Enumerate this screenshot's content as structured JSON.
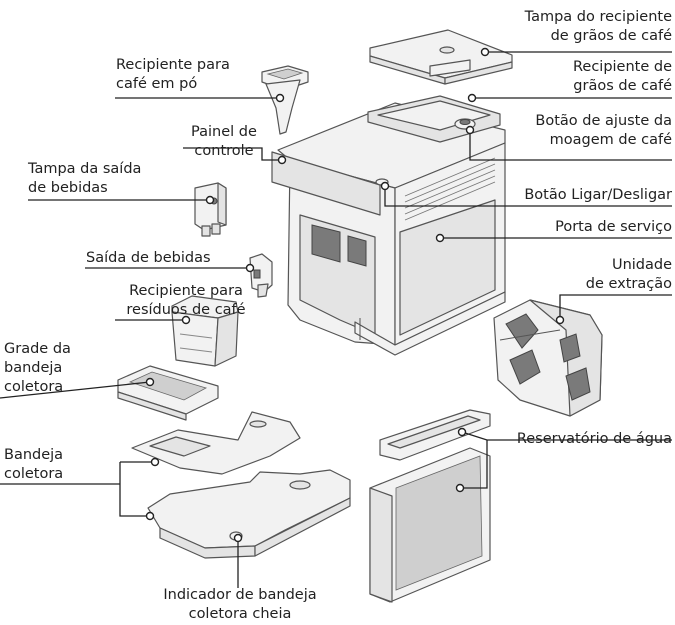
{
  "labels": {
    "bean_lid": [
      "Tampa do recipiente",
      "de grãos de café"
    ],
    "ground_coffee": [
      "Recipiente para",
      "café em pó"
    ],
    "bean_container": [
      "Recipiente de",
      "grãos de café"
    ],
    "grind_knob": [
      "Botão de ajuste da",
      "moagem de café"
    ],
    "control_panel": [
      "Painel de",
      "controle"
    ],
    "outlet_cover": [
      "Tampa da saída",
      "de bebidas"
    ],
    "power_button": "Botão Ligar/Desligar",
    "service_door": "Porta de serviço",
    "outlet": "Saída de bebidas",
    "brew_unit": [
      "Unidade",
      "de extração"
    ],
    "grounds_container": [
      "Recipiente para",
      "resíduos de café"
    ],
    "drip_grid": [
      "Grade da",
      "bandeja",
      "coletora"
    ],
    "drip_tray": [
      "Bandeja",
      "coletora"
    ],
    "water_tank": "Reservatório de água",
    "tray_indicator": [
      "Indicador de bandeja",
      "coletora cheia"
    ]
  }
}
